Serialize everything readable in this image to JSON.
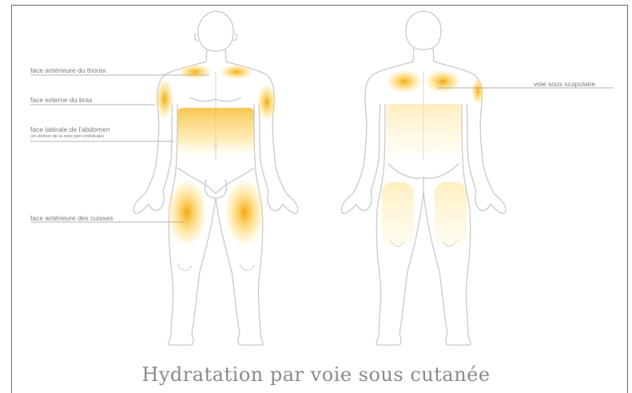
{
  "title": "Hydratation par voie sous cutanée",
  "labels": {
    "thorax": "face antérieure du thorax",
    "arm": "face externe du bras",
    "abdomen": "face latérale de l'abdomen",
    "abdomen_note": "(en dehors de la zone péri-ombilicale)",
    "thighs": "face antérieure des cuisses",
    "scapula": "voie sous scapulaire"
  },
  "colors": {
    "zone_core": "#f2a400",
    "zone_edge": "#ffe9a3",
    "outline": "#c9c9c9",
    "leader": "#9a9a9a"
  }
}
